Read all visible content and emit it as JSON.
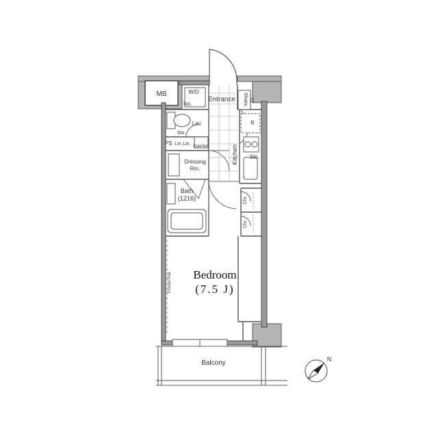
{
  "rooms": {
    "mb": "MB",
    "wd": "W/D",
    "wd_sto": "Sto.",
    "entrance": "Entrance",
    "shoes": "Shoes",
    "shoes_cl": "Cl.",
    "lav": "Lav.",
    "lav_sto": "Sto.",
    "r": "R",
    "ps": "PS",
    "lin1": "Lin.",
    "lin2": "Lin.",
    "counter": "Counter",
    "dressing": "Dressing",
    "dressing_rm": "Rm.",
    "kitchen": "Kitchen",
    "kitchen_sto": "Sto.",
    "bath": "Bath",
    "bath_size": "(1216)",
    "clo1": "Clo.",
    "clo2": "Clo.",
    "picture_rail": "Picture Rail",
    "bedroom": "Bedroom",
    "bedroom_size": "(7.5 J)",
    "balcony": "Balcony"
  },
  "compass": {
    "north": "N",
    "icon": "north-arrow-icon"
  }
}
